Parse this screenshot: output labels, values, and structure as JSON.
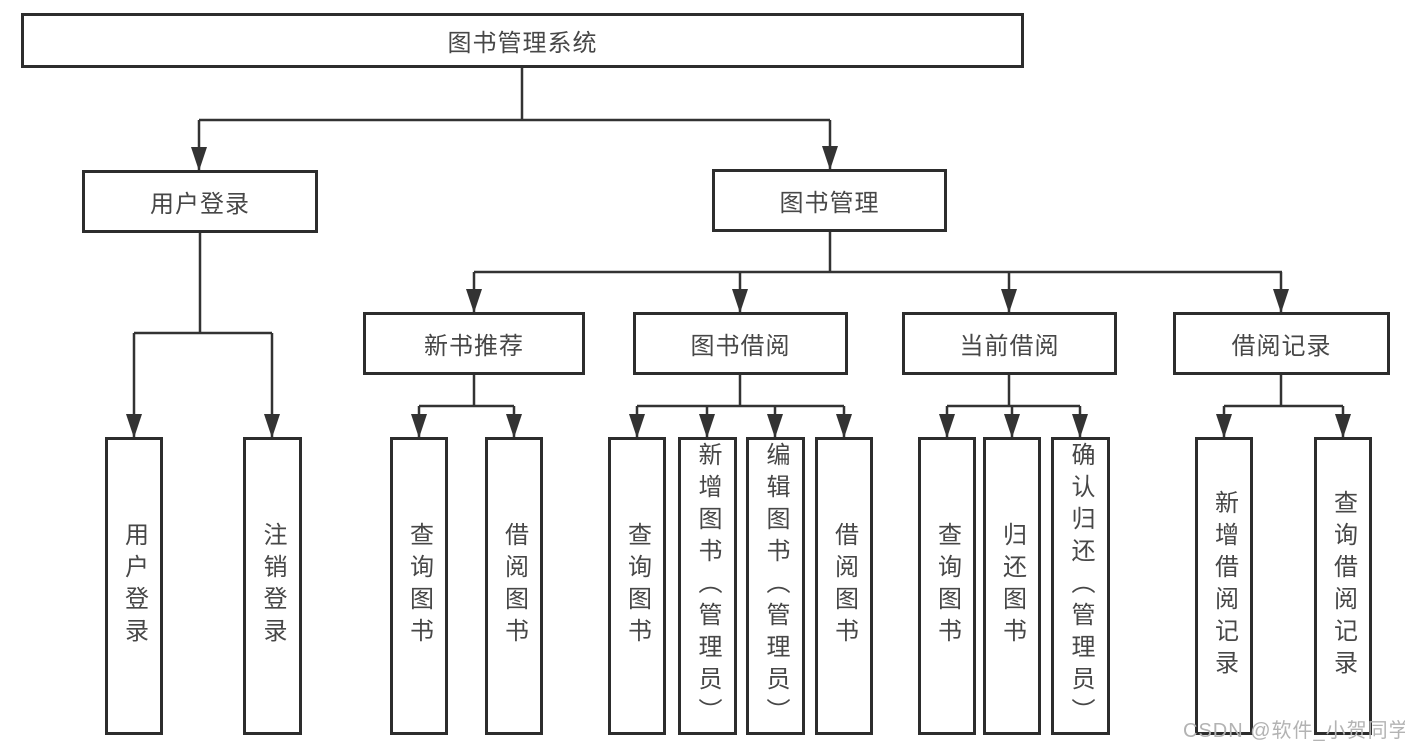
{
  "nodes": {
    "root": "图书管理系统",
    "user_login": "用户登录",
    "book_mgmt": "图书管理",
    "new_book": "新书推荐",
    "book_borrow": "图书借阅",
    "current_borrow": "当前借阅",
    "borrow_record": "借阅记录",
    "leaf_user_login": "用户登录",
    "leaf_logout": "注销登录",
    "leaf_nb_query": "查询图书",
    "leaf_nb_borrow": "借阅图书",
    "leaf_bb_query": "查询图书",
    "leaf_bb_add": "新增图书（管理员）",
    "leaf_bb_edit": "编辑图书（管理员）",
    "leaf_bb_borrow": "借阅图书",
    "leaf_cb_query": "查询图书",
    "leaf_cb_return": "归还图书",
    "leaf_cb_confirm": "确认归还（管理员）",
    "leaf_br_add": "新增借阅记录",
    "leaf_br_query": "查询借阅记录"
  },
  "watermark": "CSDN @软件_小贺同学",
  "colors": {
    "line": "#333333",
    "border": "#2d2d2d",
    "text": "#474747",
    "watermark": "#b3b3b3"
  }
}
